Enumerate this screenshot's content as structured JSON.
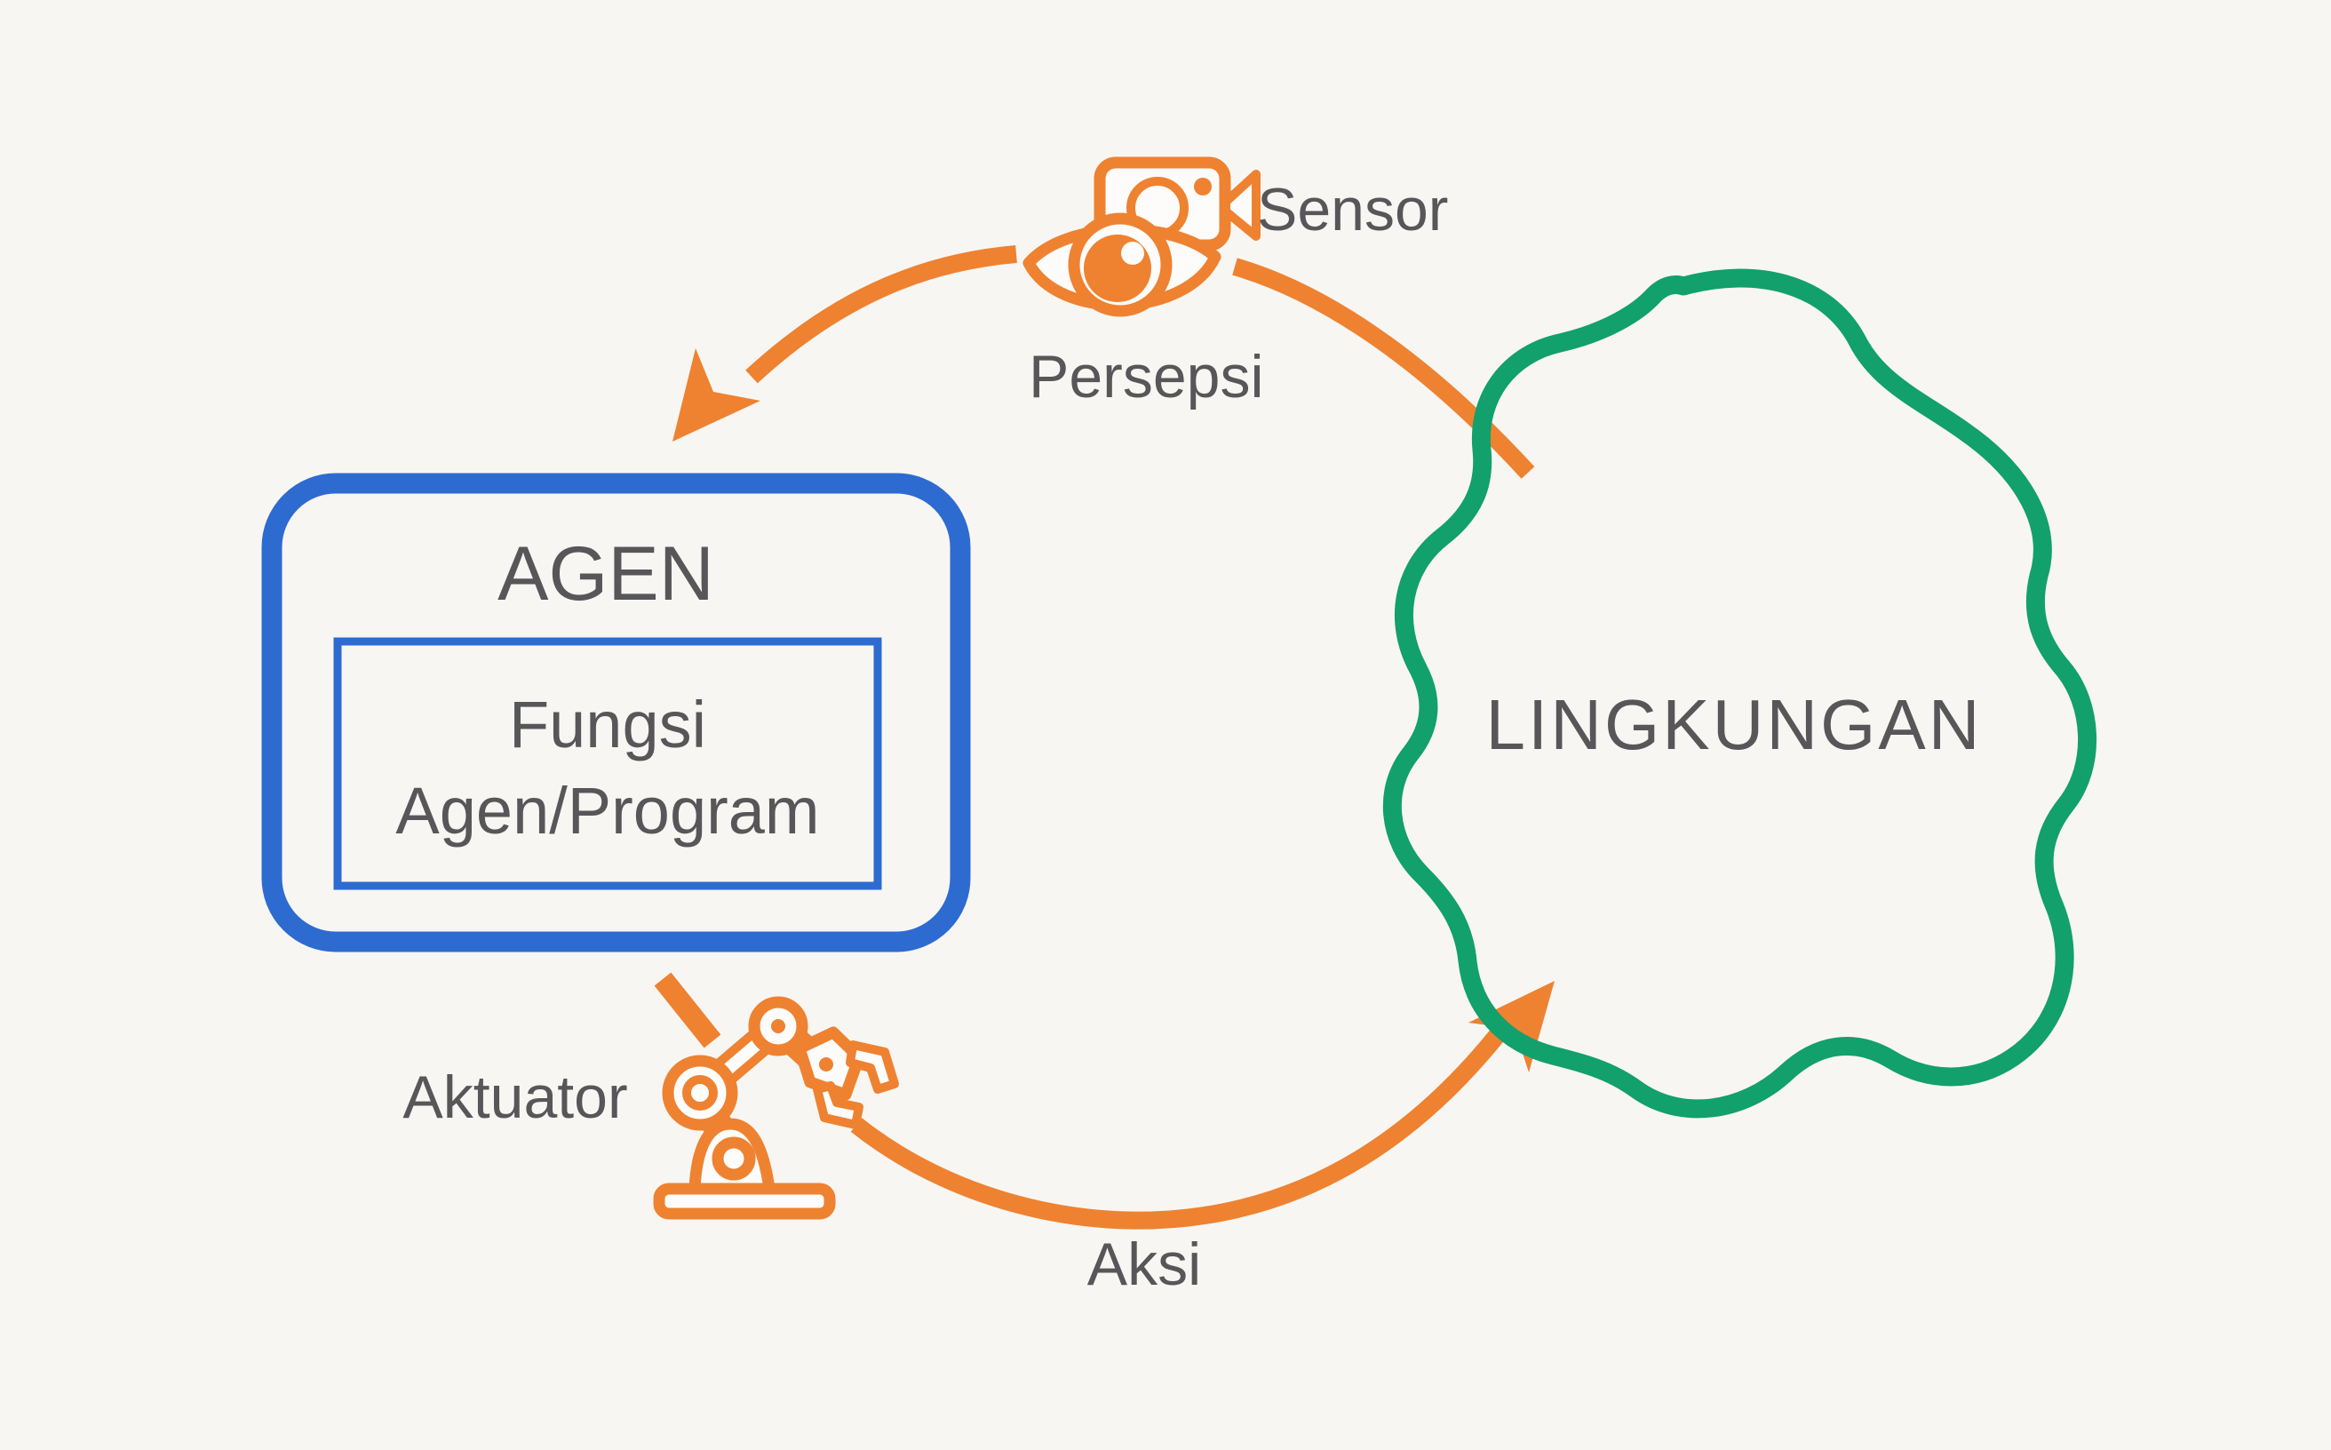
{
  "diagram": {
    "agent_box": {
      "title": "AGEN",
      "inner_box": {
        "line1": "Fungsi",
        "line2": "Agen/Program"
      }
    },
    "environment": {
      "label": "LINGKUNGAN"
    },
    "labels": {
      "sensor": "Sensor",
      "perception": "Persepsi",
      "actuator": "Aktuator",
      "action": "Aksi"
    },
    "icons": {
      "sensor": "video-camera-eye-icon",
      "actuator": "robot-arm-icon"
    }
  },
  "colors": {
    "paper": "#f8f6f2",
    "orange": "#ee8231",
    "blue": "#2d6bd1",
    "green": "#12a06c",
    "text": "#57575a",
    "icon-fill": "#fdfcfa"
  }
}
